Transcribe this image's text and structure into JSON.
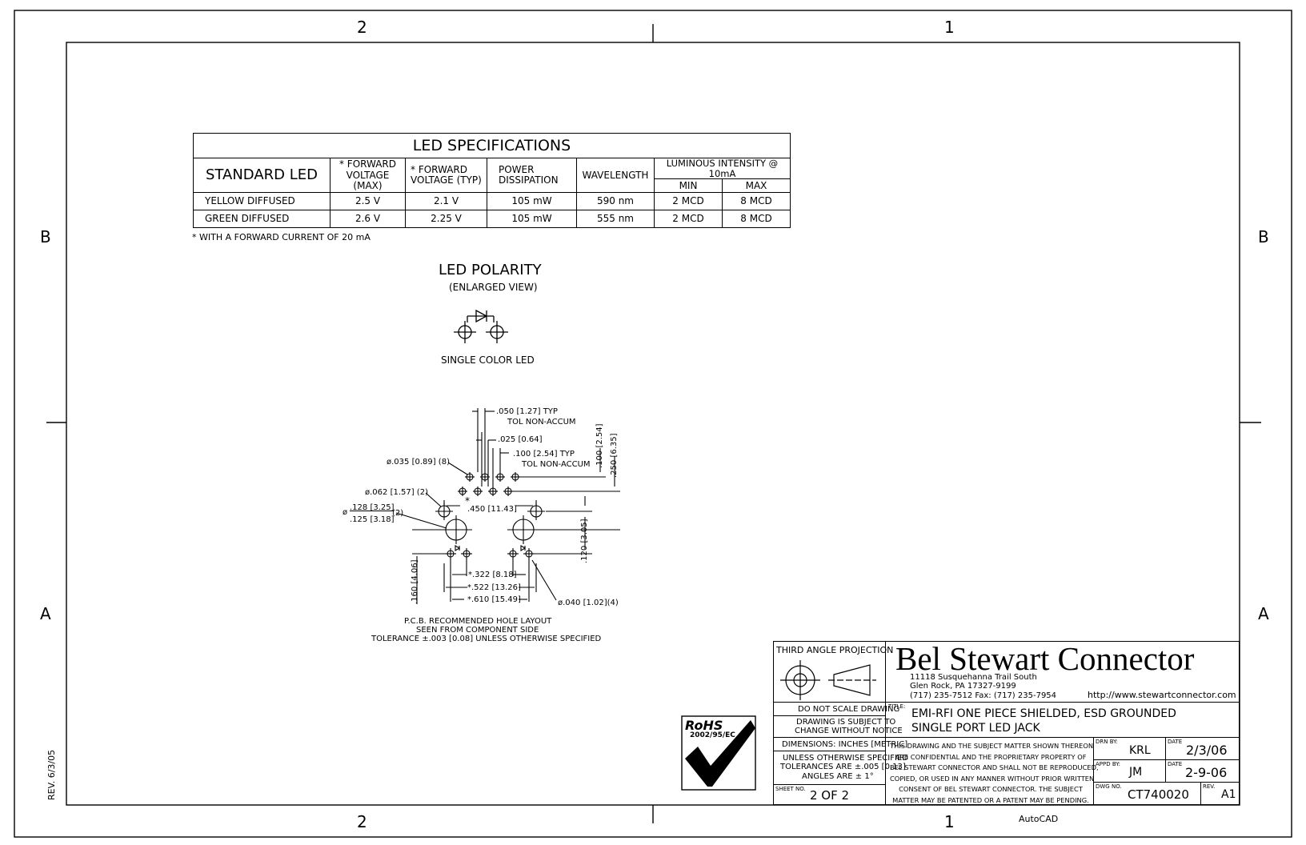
{
  "frame": {
    "zones_top": [
      "2",
      "1"
    ],
    "zones_bottom": [
      "2",
      "1"
    ],
    "zones_left": [
      "B",
      "A"
    ],
    "zones_right": [
      "B",
      "A"
    ],
    "rev_note": "REV. 6/3/05",
    "autocad": "AutoCAD"
  },
  "led_table": {
    "title": "LED SPECIFICATIONS",
    "headers": {
      "standard": "STANDARD LED",
      "fv_max_1": "* FORWARD",
      "fv_max_2": "VOLTAGE (MAX)",
      "fv_typ_1": "* FORWARD",
      "fv_typ_2": "VOLTAGE (TYP)",
      "power_1": "POWER",
      "power_2": "DISSIPATION",
      "wavelength": "WAVELENGTH",
      "luminous": "LUMINOUS INTENSITY @ 10mA",
      "min": "MIN",
      "max": "MAX"
    },
    "rows": [
      {
        "name": "YELLOW DIFFUSED",
        "fv_max": "2.5 V",
        "fv_typ": "2.1 V",
        "power": "105 mW",
        "wavelength": "590 nm",
        "min": "2 MCD",
        "max": "8 MCD"
      },
      {
        "name": "GREEN DIFFUSED",
        "fv_max": "2.6 V",
        "fv_typ": "2.25 V",
        "power": "105 mW",
        "wavelength": "555 nm",
        "min": "2 MCD",
        "max": "8 MCD"
      }
    ],
    "footnote": "* WITH A FORWARD CURRENT OF 20 mA"
  },
  "polarity": {
    "title": "LED POLARITY",
    "subtitle": "(ENLARGED VIEW)",
    "caption": "SINGLE COLOR LED"
  },
  "pcb": {
    "dims": {
      "d050a": ".050 [1.27] TYP",
      "d050b": "TOL NON-ACCUM",
      "d025": ".025 [0.64]",
      "d100a": ".100 [2.54] TYP",
      "d100b": "TOL NON-ACCUM",
      "v100": ".100 [2.54]",
      "v250": ".250 [6.35]",
      "dia035": "ø.035 [0.89] (8)",
      "dia062": "ø.062 [1.57] (2)",
      "dia128": ".128 [3.25]",
      "dia125": ".125 [3.18]",
      "dia_sym": "ø",
      "dia_cnt": "(2)",
      "star": "*",
      "d450": ".450 [11.43]",
      "v120": ".120 [3.05]",
      "v160": ".160 [4.06]",
      "d322": "*.322 [8.18]",
      "d522": "*.522 [13.26]",
      "d610": "*.610 [15.49]",
      "dia040": "ø.040 [1.02](4)"
    },
    "caption1": "P.C.B. RECOMMENDED HOLE LAYOUT",
    "caption2": "SEEN FROM COMPONENT SIDE",
    "caption3": "TOLERANCE ±.003 [0.08] UNLESS OTHERWISE SPECIFIED"
  },
  "rohs": {
    "label": "RoHS",
    "code": "2002/95/EC"
  },
  "title_block": {
    "projection": "THIRD ANGLE PROJECTION",
    "company": "Bel Stewart Connector",
    "address1": "11118 Susquehanna Trail South",
    "address2": "Glen Rock, PA  17327-9199",
    "phone": "(717) 235-7512  Fax: (717) 235-7954",
    "url": "http://www.stewartconnector.com",
    "no_scale": "DO NOT SCALE DRAWING",
    "change1": "DRAWING IS SUBJECT TO",
    "change2": "CHANGE WITHOUT NOTICE",
    "dims": "DIMENSIONS: INCHES [METRIC]",
    "tol1": "UNLESS OTHERWISE SPECIFIED",
    "tol2": "TOLERANCES ARE ±.005 [0.13]",
    "tol3": "ANGLES ARE ± 1°",
    "sheet_label": "SHEET NO.",
    "sheet": "2  OF  2",
    "title_label": "TITLE:",
    "title1": "EMI-RFI ONE PIECE SHIELDED, ESD GROUNDED",
    "title2": "SINGLE PORT LED JACK",
    "conf": [
      "THIS DRAWING AND THE SUBJECT MATTER SHOWN THEREON",
      "ARE CONFIDENTIAL AND THE PROPRIETARY PROPERTY OF",
      "BEL STEWART CONNECTOR AND SHALL NOT BE REPRODUCED,",
      "COPIED, OR USED IN ANY MANNER WITHOUT PRIOR WRITTEN",
      "CONSENT OF BEL STEWART CONNECTOR.  THE SUBJECT",
      "MATTER MAY BE PATENTED OR A PATENT MAY BE PENDING."
    ],
    "drn_label": "DRN BY:",
    "drn": "KRL",
    "date_label": "DATE",
    "drn_date": "2/3/06",
    "appd_label": "APPD BY:",
    "appd": "JM",
    "appd_date": "2-9-06",
    "dwg_label": "DWG NO.",
    "dwg": "CT740020",
    "rev_label": "REV.",
    "rev": "A1"
  }
}
